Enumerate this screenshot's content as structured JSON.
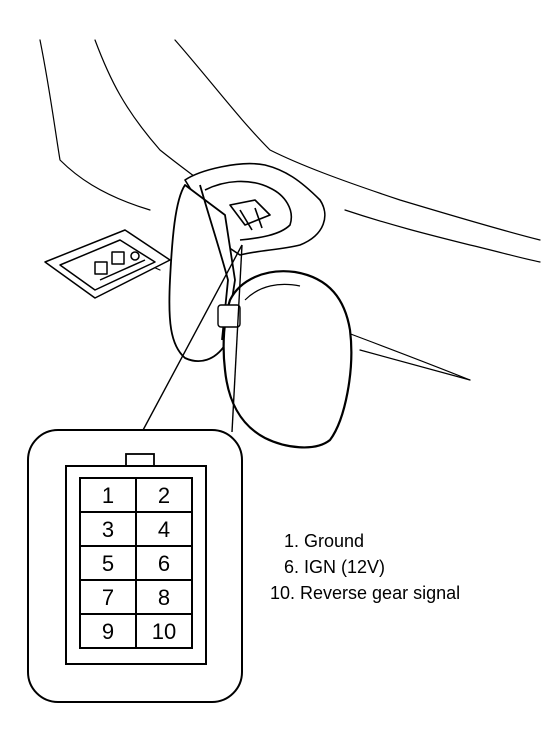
{
  "connector": {
    "pins": [
      [
        "1",
        "2"
      ],
      [
        "3",
        "4"
      ],
      [
        "5",
        "6"
      ],
      [
        "7",
        "8"
      ],
      [
        "9",
        "10"
      ]
    ]
  },
  "legend": {
    "items": [
      "1. Ground",
      "6. IGN (12V)",
      "10. Reverse gear signal"
    ]
  }
}
